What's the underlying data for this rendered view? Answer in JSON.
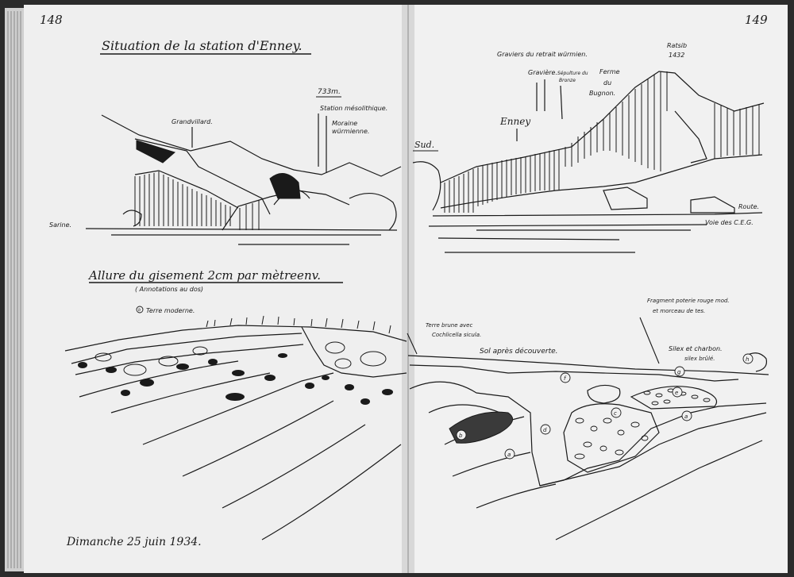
{
  "left_page": {
    "page_number": "148",
    "section1_title": "Situation de la station d'Enney.",
    "section2_title": "Allure du gisement 2cm par mètreenv.",
    "section2_subtitle": "( Annotations au dos)",
    "footer_date": "Dimanche 25 juin 1934.",
    "labels": {
      "grandvillard": "Grandvillard.",
      "altitude": "733m.",
      "station": "Station mésolithique.",
      "moraine1": "Moraine",
      "moraine2": "würmienne.",
      "sarine": "Sarine.",
      "terre": "Terre moderne.",
      "terre_marker": "b"
    }
  },
  "right_page": {
    "page_number": "149",
    "labels": {
      "sud": "Sud.",
      "enney": "Enney",
      "graviers": "Graviers du retrait würmien.",
      "graviere": "Gravière.",
      "sepulture1": "Sépulture du",
      "sepulture2": "Bronze",
      "ferme1": "Ferme",
      "ferme2": "du",
      "ferme3": "Bugnon.",
      "peak1": "Ratsib",
      "peak2": "1432",
      "route": "Route.",
      "voie": "Voie des C.E.G.",
      "terre_brune1": "Terre brune avec",
      "terre_brune2": "Cochlicella sicula.",
      "sol": "Sol après découverte.",
      "fragment1": "Fragment poterie rouge mod.",
      "fragment2": "et morceau de tes.",
      "silex1": "Silex et charbon.",
      "silex2": "silex brûlé.",
      "letter_a": "a",
      "letter_b": "b",
      "letter_c": "c",
      "letter_d": "d",
      "letter_e": "e",
      "letter_f": "f",
      "letter_g": "g",
      "letter_h": "h"
    }
  }
}
